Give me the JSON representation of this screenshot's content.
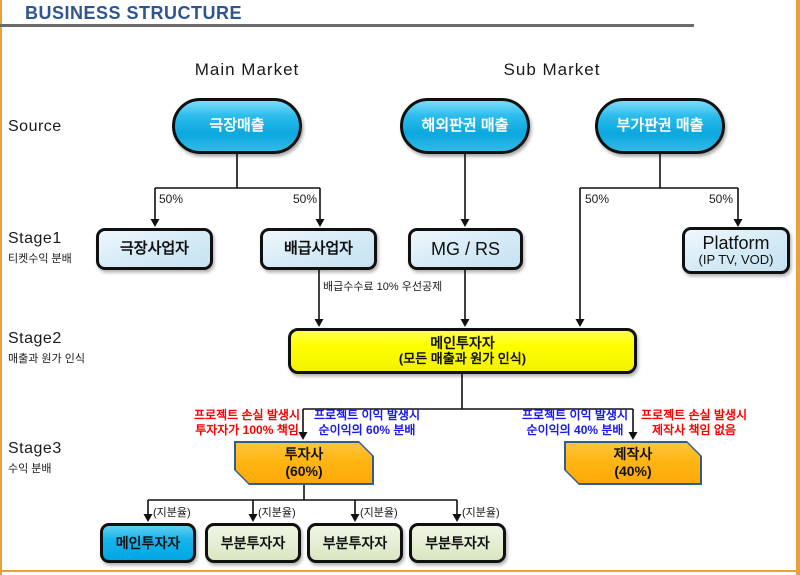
{
  "title": "BUSINESS STRUCTURE",
  "market_headers": {
    "main": "Main Market",
    "sub": "Sub Market"
  },
  "rows": {
    "source": {
      "label": "Source"
    },
    "stage1": {
      "label": "Stage1",
      "sub": "티켓수익 분배"
    },
    "stage2": {
      "label": "Stage2",
      "sub": "매출과 원가 인식"
    },
    "stage3": {
      "label": "Stage3",
      "sub": "수익 분배"
    }
  },
  "nodes": {
    "theater_sales": "극장매출",
    "overseas_sales": "해외판권 매출",
    "ancillary_sales": "부가판권 매출",
    "theater_operator": "극장사업자",
    "distributor": "배급사업자",
    "mg_rs": "MG / RS",
    "platform": {
      "line1": "Platform",
      "line2": "(IP TV, VOD)"
    },
    "main_investor": {
      "line1": "메인투자자",
      "line2": "(모든 매출과 원가 인식)"
    },
    "investment_company": {
      "line1": "투자사",
      "line2": "(60%)"
    },
    "production_company": {
      "line1": "제작사",
      "line2": "(40%)"
    },
    "bottom": [
      "메인투자자",
      "부분투자자",
      "부분투자자",
      "부분투자자"
    ]
  },
  "edge_labels": {
    "fifty": "50%",
    "distribution_fee": "배급수수료 10% 우선공제",
    "equity_ratio": "(지분율)"
  },
  "annotations": {
    "loss_investor": {
      "line1": "프로젝트 손실 발생시",
      "line2": "투자자가 100% 책임"
    },
    "profit_60": {
      "line1": "프로젝트 이익 발생시",
      "line2": "순이익의 60% 분배"
    },
    "profit_40": {
      "line1": "프로젝트 이익 발생시",
      "line2": "순이익의 40% 분배"
    },
    "loss_producer": {
      "line1": "프로젝트 손실 발생시",
      "line2": "제작사 책임 없음"
    }
  },
  "colors": {
    "title": "#2E5491",
    "frame_orange": "#E8A13C",
    "source_blue": "#1CB5E8",
    "stage1_lightblue": "#D8ECF7",
    "stage2_yellow": "#FFFF00",
    "stage3_orange": "#FFB612",
    "stage3_border": "#2F5E8C",
    "bottom_cyan": "#00AEEF",
    "bottom_green": "#E3EDD0",
    "annotation_red": "#FF0000",
    "annotation_blue": "#1A1AEE"
  }
}
